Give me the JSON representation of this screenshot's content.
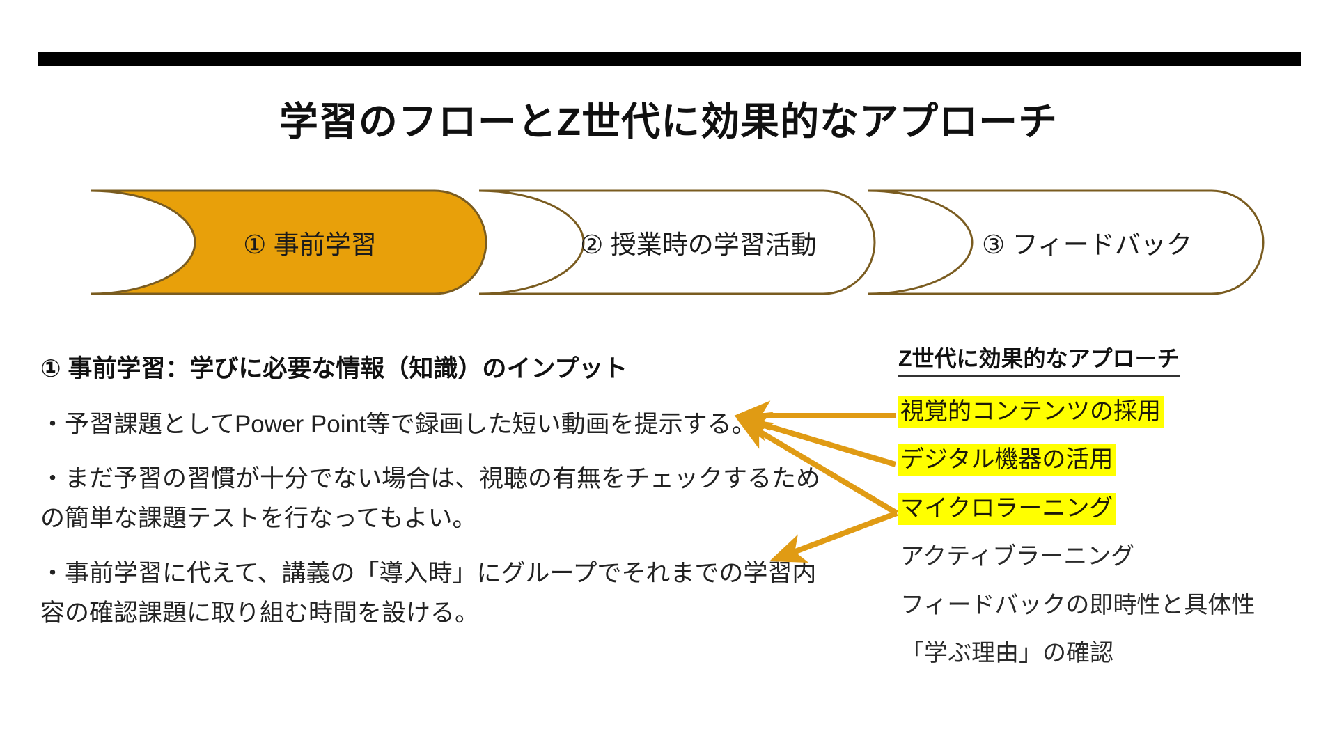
{
  "slide": {
    "title": "学習のフローとZ世代に効果的なアプローチ",
    "accent_color": "#E8A00A",
    "arrow_color": "#E09B14",
    "highlight_color": "#FFFF00",
    "rule_color": "#000000",
    "chevron_border_color": "#7A5C20"
  },
  "flow": {
    "steps": [
      {
        "label": "① 事前学習",
        "active": true
      },
      {
        "label": "② 授業時の学習活動",
        "active": false
      },
      {
        "label": "③ フィードバック",
        "active": false
      }
    ]
  },
  "detail": {
    "heading": "① 事前学習：学びに必要な情報（知識）のインプット",
    "bullets": [
      "・予習課題としてPower Point等で録画した短い動画を提示する。",
      "・まだ予習の習慣が十分でない場合は、視聴の有無をチェックするための簡単な課題テストを行なってもよい。",
      "・事前学習に代えて、講義の「導入時」にグループでそれまでの学習内容の確認課題に取り組む時間を設ける。"
    ]
  },
  "approaches": {
    "heading": "Z世代に効果的なアプローチ",
    "items": [
      {
        "label": "視覚的コンテンツの採用",
        "highlighted": true
      },
      {
        "label": "デジタル機器の活用",
        "highlighted": true
      },
      {
        "label": "マイクロラーニング",
        "highlighted": true
      },
      {
        "label": "アクティブラーニング",
        "highlighted": false
      },
      {
        "label": "フィードバックの即時性と具体性",
        "highlighted": false
      },
      {
        "label": "「学ぶ理由」の確認",
        "highlighted": false
      }
    ]
  }
}
